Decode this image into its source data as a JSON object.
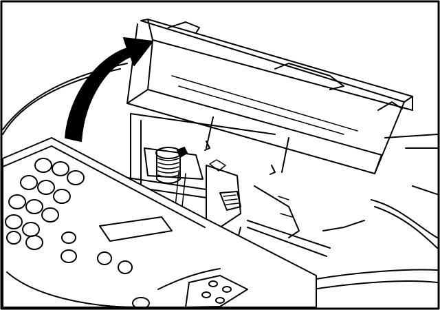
{
  "figure": {
    "subject": "printer-fax-cover-open",
    "colors": {
      "ink": "#000000",
      "paper": "#ffffff"
    },
    "icons": {
      "motion": "curved-arrow-icon",
      "cartridge": "ink-cartridge-icon",
      "spring": "spring-icon"
    },
    "keypad": {
      "rows": 4,
      "cols": 3
    }
  }
}
